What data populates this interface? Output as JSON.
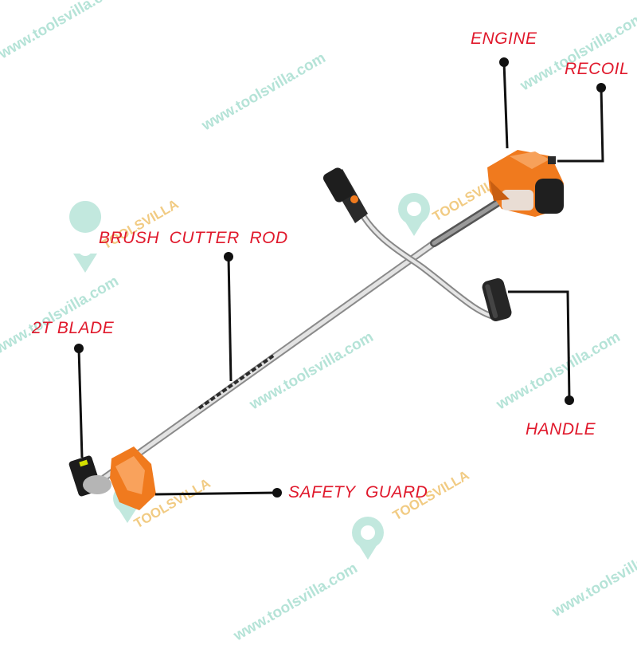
{
  "watermark": {
    "url": "www.toolsvilla.com",
    "brand": "TOOLSVILLA"
  },
  "labels": {
    "engine": "ENGINE",
    "recoil": "RECOIL",
    "brush_cutter_rod": "BRUSH  CUTTER  ROD",
    "blade": "2T BLADE",
    "handle": "HANDLE",
    "safety_guard": "SAFETY  GUARD"
  },
  "colors": {
    "label": "#e0192c",
    "leader": "#111111",
    "engine_orange": "#f07a1e",
    "shaft": "#c9c9c9",
    "watermark": "#79cdb8"
  }
}
